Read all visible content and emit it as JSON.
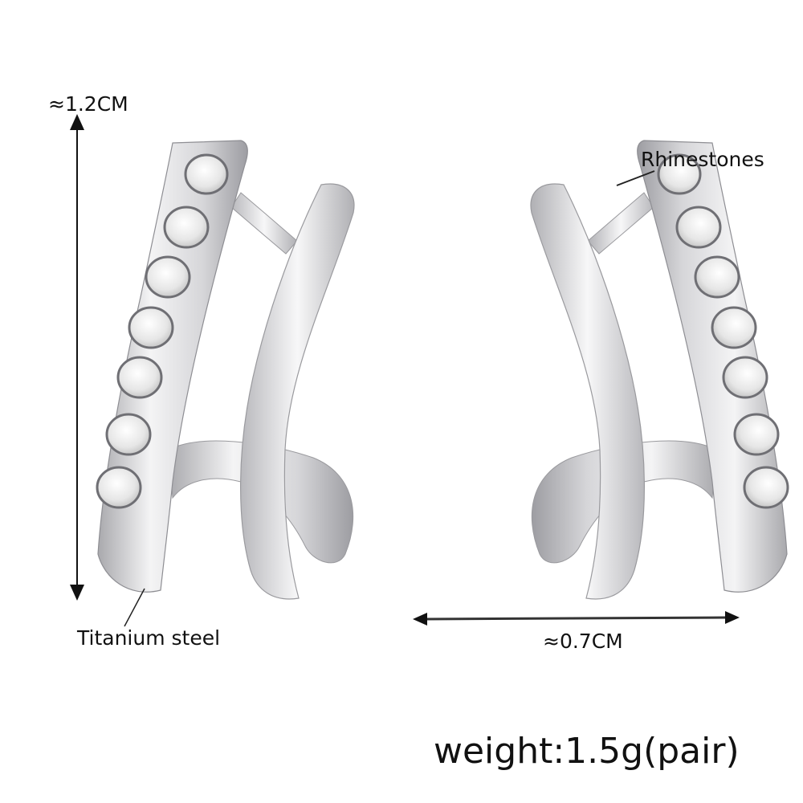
{
  "image": {
    "subject": "Pair of silver rhinestone ear-cuff style stud earrings, product photo with dimensions",
    "background": "#ffffff",
    "metal_color": "#d8d8da",
    "stone_color": "#eeeeee"
  },
  "annotations": {
    "height_label": "≈1.2CM",
    "width_label": "≈0.7CM",
    "rhinestones_label": "Rhinestones",
    "material_label": "Titanium steel",
    "weight_label": "weight:1.5g(pair)"
  },
  "earrings": {
    "count": 2,
    "rhinestones_per_earring": 7
  }
}
